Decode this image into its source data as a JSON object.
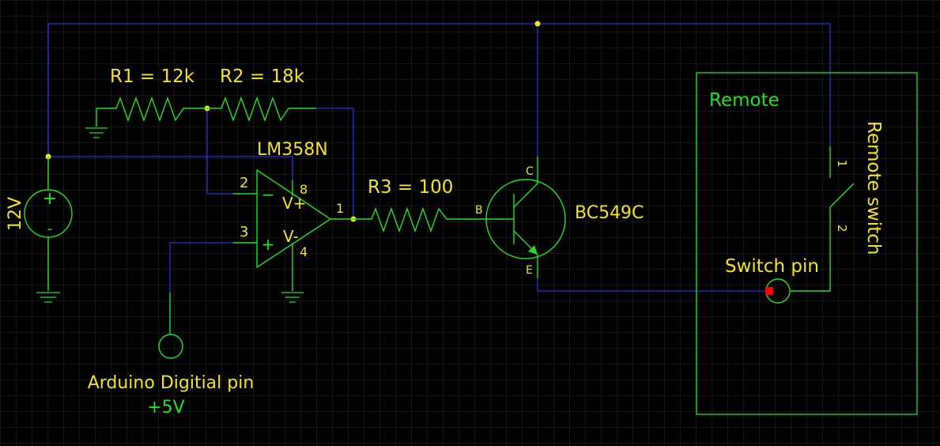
{
  "supply": {
    "name": "12V",
    "plus": "+",
    "minus": "-"
  },
  "resistors": {
    "r1": "R1 = 12k",
    "r2": "R2 = 18k",
    "r3": "R3 = 100"
  },
  "opamp": {
    "name": "LM358N",
    "pins": {
      "in_minus": "2",
      "in_plus": "3",
      "vplus": "8",
      "vminus": "4",
      "out": "1"
    },
    "supply_labels": {
      "vplus": "V+",
      "vminus": "V-"
    },
    "input_signs": {
      "minus": "−",
      "plus": "+"
    }
  },
  "transistor": {
    "name": "BC549C",
    "pins": {
      "b": "B",
      "c": "C",
      "e": "E"
    }
  },
  "arduino": {
    "label": "Arduino Digitial pin",
    "value": "+5V"
  },
  "remote": {
    "box_label": "Remote",
    "switch_label": "Remote switch",
    "switch_pins": {
      "p1": "1",
      "p2": "2"
    },
    "switch_pin_label": "Switch pin"
  },
  "colors": {
    "background": "#000000",
    "grid": "#2a2a2a",
    "wire": "#2233d8",
    "component": "#22e022",
    "label": "#f2e32a",
    "probe": "#ff0000"
  }
}
